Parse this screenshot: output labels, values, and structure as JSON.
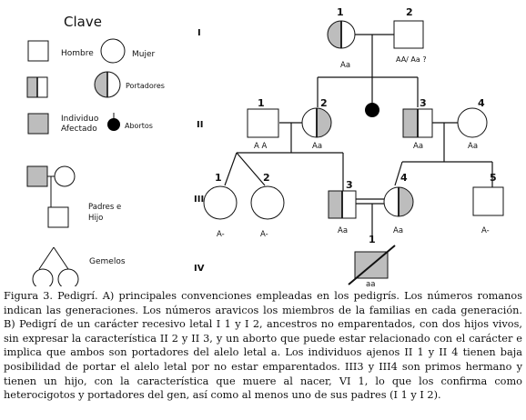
{
  "legend": {
    "title": "Clave",
    "hombre": "Hombre",
    "mujer": "Mujer",
    "portadores": "Portadores",
    "individuo_afectado": [
      "Individuo",
      "Afectado"
    ],
    "abortos": "Abortos",
    "padres_hijo": [
      "Padres e",
      "Hijo"
    ],
    "gemelos": "Gemelos"
  },
  "generations": [
    "I",
    "II",
    "III",
    "IV"
  ],
  "individuals": {
    "I1": {
      "number": "1",
      "genotype": "Aa"
    },
    "I2": {
      "number": "2",
      "genotype": "AA/ Aa ?"
    },
    "II1": {
      "number": "1",
      "genotype": "A A"
    },
    "II2": {
      "number": "2",
      "genotype": "Aa"
    },
    "II3": {
      "number": "3",
      "genotype": "Aa"
    },
    "II4": {
      "number": "4",
      "genotype": "Aa"
    },
    "III1": {
      "number": "1",
      "genotype": "A-"
    },
    "III2": {
      "number": "2",
      "genotype": "A-"
    },
    "III3": {
      "number": "3",
      "genotype": "Aa"
    },
    "III4": {
      "number": "4",
      "genotype": "Aa"
    },
    "III5": {
      "number": "5",
      "genotype": "A-"
    },
    "IV1": {
      "number": "1",
      "genotype": "aa"
    }
  },
  "caption": "Figura 3. Pedigrí. A) principales convenciones empleadas en los pedigrís. Los números romanos indican las generaciones. Los números aravicos los miembros de la familias en cada generación. B) Pedigrí de un carácter recesivo letal I 1 y I 2, ancestros no emparentados, con dos hijos vivos, sin expresar la característica II 2 y II 3, y un aborto que puede estar relacionado con el carácter e implica que ambos son portadores del alelo letal a. Los individuos ajenos II 1 y II 4 tienen baja posibilidad de portar el alelo letal por no estar emparentados. III3 y III4 son primos hermano y tienen un hijo, con la característica que muere al nacer, VI 1, lo que los confirma como heterocigotos y portadores del gen, así como al menos uno de sus padres (I 1 y I 2).",
  "colors": {
    "line": "#111111",
    "affected": "#bdbdbd",
    "abortion": "#000000",
    "background": "#ffffff"
  }
}
